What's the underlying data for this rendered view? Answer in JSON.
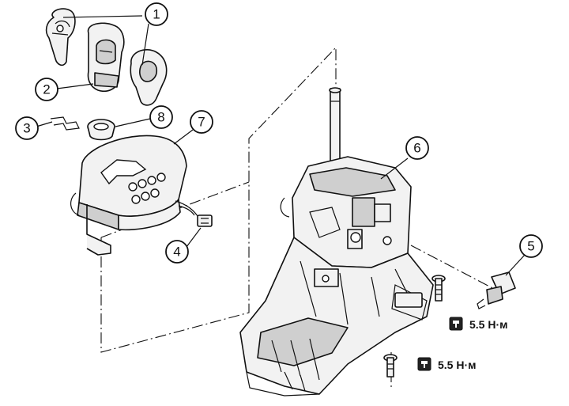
{
  "callouts": [
    {
      "label": "1"
    },
    {
      "label": "2"
    },
    {
      "label": "3"
    },
    {
      "label": "4"
    },
    {
      "label": "5"
    },
    {
      "label": "6"
    },
    {
      "label": "7"
    },
    {
      "label": "8"
    }
  ],
  "torques": [
    {
      "value": "5.5 Н·м",
      "icon": "torque-wrench-icon"
    },
    {
      "value": "5.5 Н·м",
      "icon": "torque-wrench-icon"
    }
  ]
}
